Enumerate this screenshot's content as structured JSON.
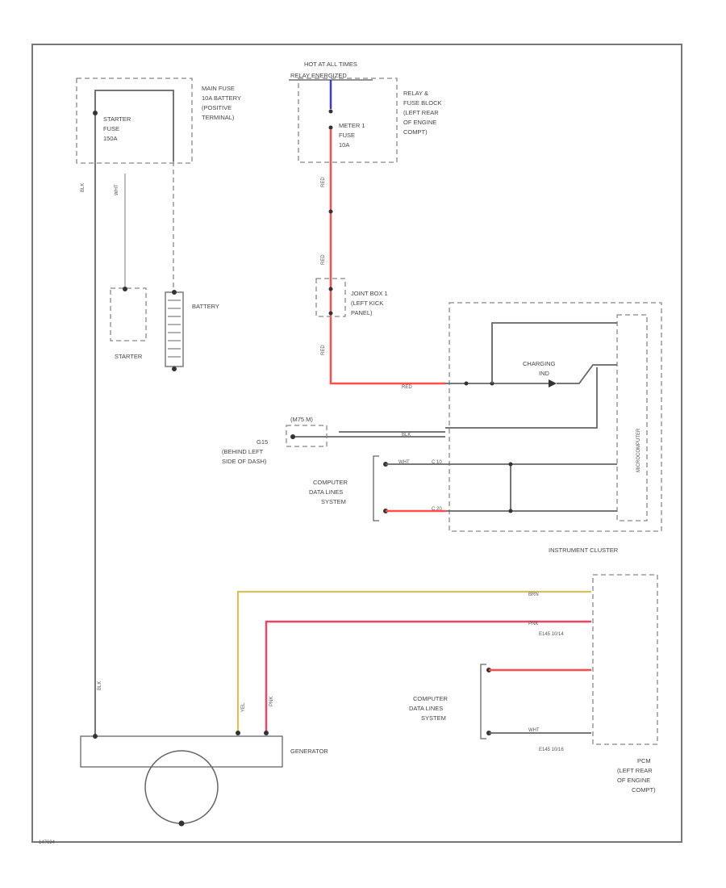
{
  "labels": {
    "hot_at_all_times": "HOT AT ALL TIMES",
    "relay_energized": "RELAY ENERGIZED",
    "main_fuse": "MAIN FUSE",
    "main_fuse_loc1": "10A BATTERY",
    "main_fuse_loc2": "(POSITIVE",
    "main_fuse_loc3": "TERMINAL)",
    "starter_fuse1": "STARTER",
    "starter_fuse2": "FUSE",
    "starter_fuse3": "150A",
    "meter_fuse1": "METER 1",
    "meter_fuse2": "FUSE",
    "meter_fuse3": "10A",
    "relay_block1": "RELAY &",
    "relay_block2": "FUSE BLOCK",
    "relay_block3": "(LEFT REAR",
    "relay_block4": "OF ENGINE",
    "relay_block5": "COMPT)",
    "starter": "STARTER",
    "battery": "BATTERY",
    "joint_box1": "JOINT BOX 1",
    "joint_box2": "(LEFT KICK",
    "joint_box3": "PANEL)",
    "charging_ind1": "CHARGING",
    "charging_ind2": "IND",
    "microcomputer": "MICROCOMPUTER",
    "instrument_cluster": "INSTRUMENT CLUSTER",
    "ground_code": "G15",
    "ground_loc1": "(BEHIND LEFT",
    "ground_loc2": "SIDE OF DASH)",
    "ground_conn": "(M75 M)",
    "data_lines_1a": "COMPUTER",
    "data_lines_1b": "DATA LINES",
    "data_lines_1c": "SYSTEM",
    "data_lines_2a": "COMPUTER",
    "data_lines_2b": "DATA LINES",
    "data_lines_2c": "SYSTEM",
    "generator": "GENERATOR",
    "pcm1": "PCM",
    "pcm2": "(LEFT REAR",
    "pcm3": "OF ENGINE",
    "pcm4": "COMPT)",
    "conn_e145a": "E145 10/14",
    "conn_e145b": "E145 10/16",
    "figure_code": "147694",
    "wire_blk": "BLK",
    "wire_wht_blk": "WHT",
    "wire_red": "RED",
    "wire_red2": "RED",
    "wire_blk_wht": "BLK",
    "wire_wht": "WHT",
    "wire_red3": "RED",
    "wire_brn": "BRN",
    "wire_pnk": "PNK",
    "wire_red4": "RED",
    "wire_wht2": "WHT",
    "wire_yel": "YEL",
    "wire_pnk2": "PNK",
    "wire_blk_grn": "BLK",
    "pin_c10": "C 10",
    "pin_c20": "C 20"
  }
}
